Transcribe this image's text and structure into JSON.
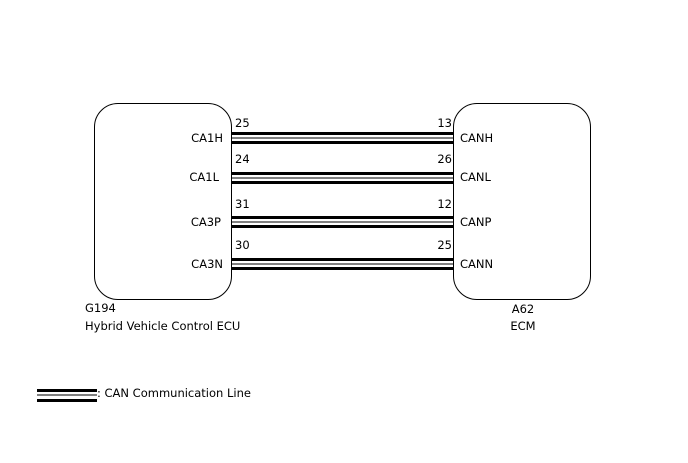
{
  "left_ecu": {
    "connector": "G194",
    "name": "Hybrid Vehicle Control ECU",
    "pins": [
      {
        "label": "CA1H",
        "number": "25"
      },
      {
        "label": "CA1L",
        "number": "24"
      },
      {
        "label": "CA3P",
        "number": "31"
      },
      {
        "label": "CA3N",
        "number": "30"
      }
    ]
  },
  "right_ecu": {
    "connector": "A62",
    "name": "ECM",
    "pins": [
      {
        "label": "CANH",
        "number": "13"
      },
      {
        "label": "CANL",
        "number": "26"
      },
      {
        "label": "CANP",
        "number": "12"
      },
      {
        "label": "CANN",
        "number": "25"
      }
    ]
  },
  "legend": {
    "text": ": CAN Communication Line"
  },
  "colors": {
    "line": "#000000",
    "background": "#ffffff"
  }
}
